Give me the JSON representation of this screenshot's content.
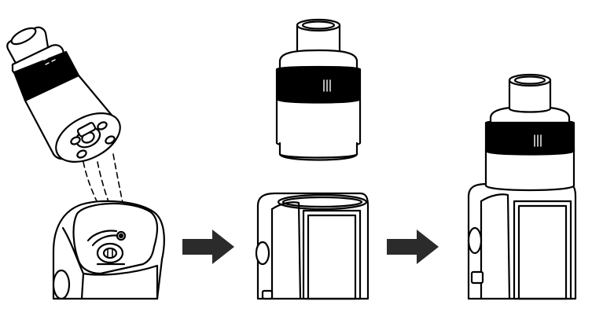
{
  "diagram": {
    "steps": [
      {
        "name": "align-tank-over-device"
      },
      {
        "name": "tank-above-device"
      },
      {
        "name": "tank-installed-on-device"
      }
    ],
    "arrows": [
      {
        "name": "arrow-step-1-to-2",
        "direction": "right"
      },
      {
        "name": "arrow-step-2-to-3",
        "direction": "right"
      }
    ],
    "colors": {
      "line": "#000000",
      "fill": "#ffffff",
      "band": "#000000",
      "arrow": "#2b2b2b"
    }
  }
}
